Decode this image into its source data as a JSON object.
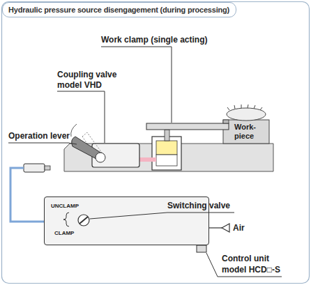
{
  "diagram": {
    "title": "Hydraulic pressure source disengagement (during processing)",
    "nodes": [
      {
        "text": [
          "UNCLAMP",
          "CLAMP"
        ]
      }
    ],
    "labels": [
      "Work clamp (single acting)",
      "Coupling valve",
      "model VHD",
      "Operation lever",
      "Work-piece",
      "Switching valve",
      "Air",
      "Control unit",
      "model HCD□-S"
    ]
  }
}
